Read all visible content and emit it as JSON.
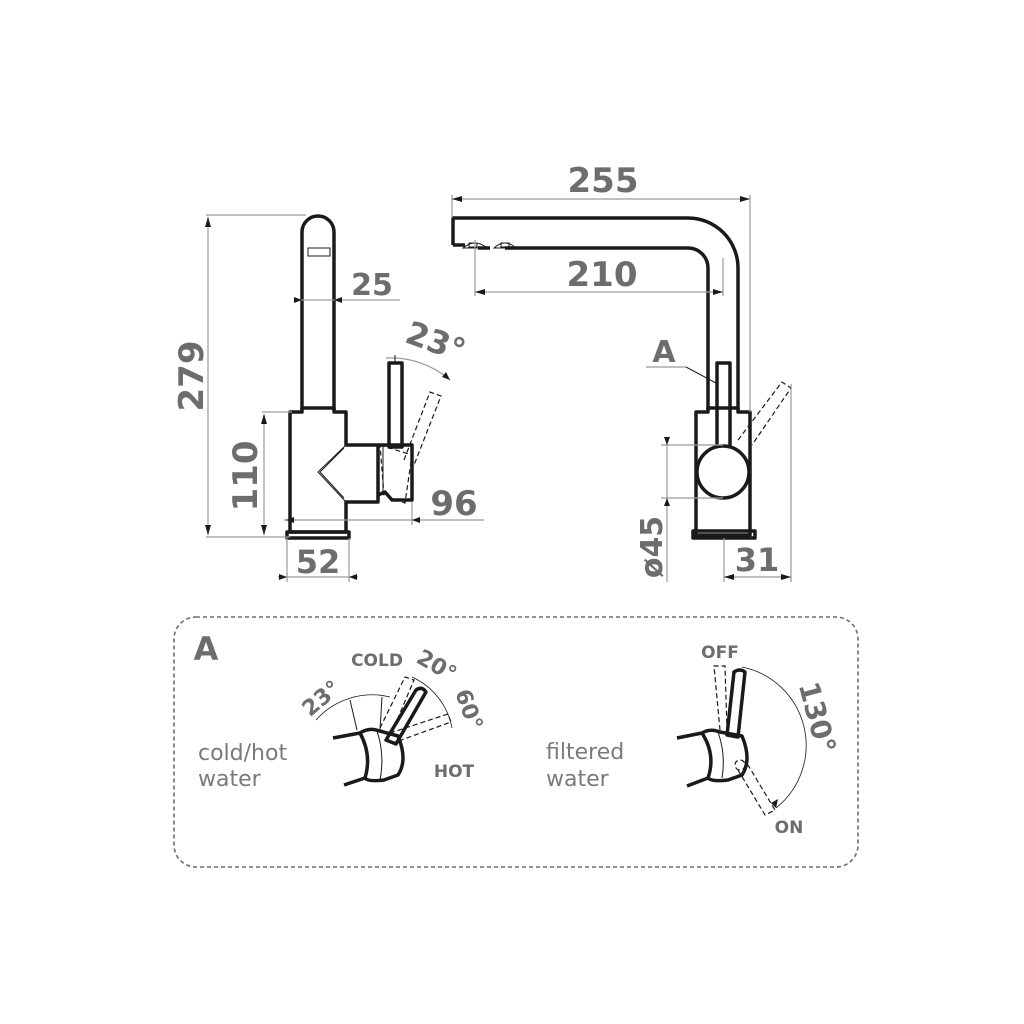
{
  "drawing": {
    "subject": "kitchen faucet with filtered water lever - technical dimension drawing",
    "side_view": {
      "dimensions": {
        "total_height": "279",
        "spout_diameter": "25",
        "body_height": "110",
        "lever_projection": "96",
        "base_width": "52",
        "lever_tilt": "23°"
      }
    },
    "front_view": {
      "dimensions": {
        "spout_reach_total": "255",
        "spout_reach_outlet": "210",
        "handle_diameter": "ø45",
        "lever_offset": "31"
      },
      "callout": "A"
    },
    "detail_a": {
      "title": "A",
      "cold_hot": {
        "description_line1": "cold/hot",
        "description_line2": "water",
        "label_cold": "COLD",
        "label_hot": "HOT",
        "angle_tilt": "23°",
        "angle_cold": "20°",
        "angle_hot": "60°"
      },
      "filtered": {
        "description_line1": "filtered",
        "description_line2": "water",
        "label_off": "OFF",
        "label_on": "ON",
        "angle_rotation": "130°"
      }
    }
  }
}
